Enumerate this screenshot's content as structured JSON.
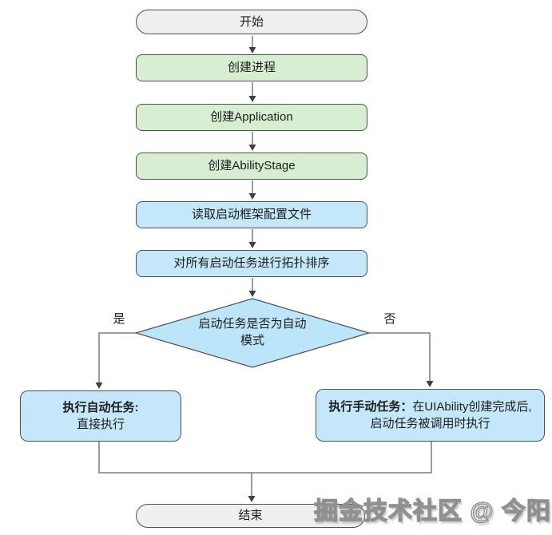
{
  "nodes": {
    "start": "开始",
    "create_process": "创建进程",
    "create_application": "创建Application",
    "create_ability_stage": "创建AbilityStage",
    "read_config": "读取启动框架配置文件",
    "topo_sort": "对所有启动任务进行拓扑排序",
    "decision_line1": "启动任务是否为自动",
    "decision_line2": "模式",
    "auto_title": "执行自动任务:",
    "auto_desc": "直接执行",
    "manual_title": "执行手动任务：",
    "manual_desc_line1": "在UIAbility创建完成后,",
    "manual_desc_line2": "启动任务被调用时执行",
    "end": "结束"
  },
  "edge_labels": {
    "yes": "是",
    "no": "否"
  },
  "colors": {
    "start_end_fill": "#efefef",
    "process_green_fill": "#d7eed3",
    "process_blue_fill": "#c4e7fa",
    "decision_fill": "#bce5f9",
    "node_stroke": "#4f4f4f",
    "connector": "#666666",
    "text": "#1d1d1d"
  },
  "watermark": "掘金技术社区 @ 今阳"
}
